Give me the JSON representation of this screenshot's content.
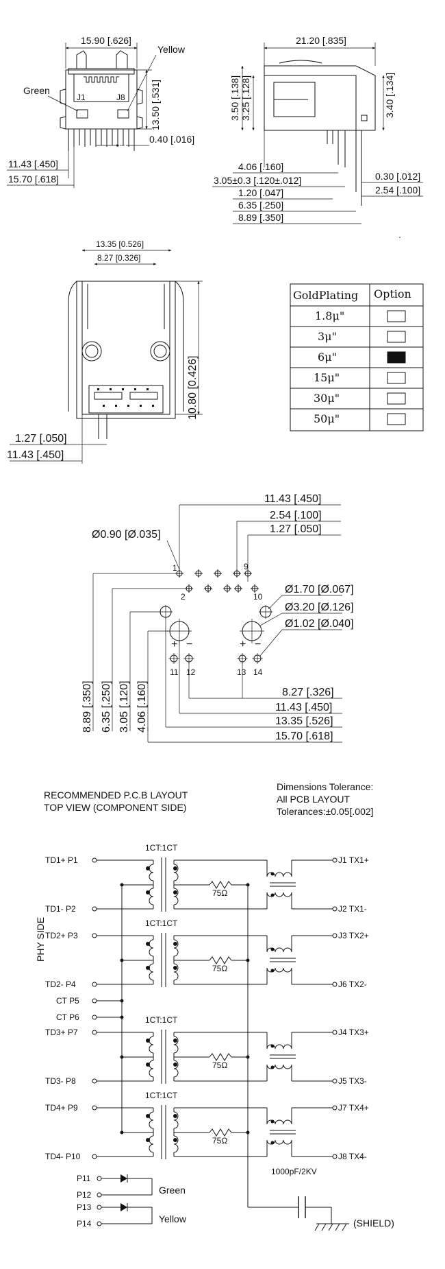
{
  "front_view": {
    "width_dim": "15.90 [.626]",
    "height_dim": "13.50 [.531]",
    "yellow_label": "Yellow",
    "green_label": "Green",
    "j1_label": "J1",
    "j8_label": "J8",
    "pin_dim": "0.40 [.016]",
    "dim_a": "11.43 [.450]",
    "dim_b": "15.70 [.618]"
  },
  "side_view": {
    "length_dim": "21.20 [.835]",
    "dim_350": "3.50 [.138]",
    "dim_325": "3.25 [.128]",
    "dim_340": "3.40 [.134]",
    "dim_406": "4.06 [.160]",
    "dim_305": "3.05±0.3 [.120±.012]",
    "dim_120": "1.20 [.047]",
    "dim_635": "6.35 [.250]",
    "dim_889": "8.89 [.350]",
    "dim_030": "0.30 [.012]",
    "dim_254": "2.54 [.100]"
  },
  "bottom_view": {
    "dim_1335": "13.35 [0.526]",
    "dim_827": "8.27 [0.326]",
    "dim_1080": "10.80 [0.426]",
    "dim_127": "1.27 [.050]",
    "dim_1143": "11.43 [.450]"
  },
  "plating_table": {
    "header_left": "GoldPlating",
    "header_right": "Option",
    "rows": [
      {
        "value": "1.8μ\"",
        "selected": false
      },
      {
        "value": "3μ\"",
        "selected": false
      },
      {
        "value": "6μ\"",
        "selected": true
      },
      {
        "value": "15μ\"",
        "selected": false
      },
      {
        "value": "30μ\"",
        "selected": false
      },
      {
        "value": "50μ\"",
        "selected": false
      }
    ]
  },
  "pcb_layout": {
    "dim_1143": "11.43 [.450]",
    "dim_254": "2.54 [.100]",
    "dim_127": "1.27 [.050]",
    "hole_090": "Ø0.90 [Ø.035]",
    "hole_170": "Ø1.70 [Ø.067]",
    "hole_320": "Ø3.20 [Ø.126]",
    "hole_102": "Ø1.02 [Ø.040]",
    "pin_labels": [
      "1",
      "2",
      "9",
      "10",
      "11",
      "12",
      "13",
      "14"
    ],
    "bottom_dims": [
      "8.27 [.326]",
      "11.43 [.450]",
      "13.35 [.526]",
      "15.70 [.618]"
    ],
    "vertical_dims": [
      "8.89 [.350]",
      "6.35 [.250]",
      "3.05 [.120]",
      "4.06 [.160]"
    ],
    "title_line1": "RECOMMENDED P.C.B LAYOUT",
    "title_line2": "TOP VIEW (COMPONENT SIDE)",
    "tol_line1": "Dimensions Tolerance:",
    "tol_line2": "All PCB LAYOUT",
    "tol_line3": "Tolerances:±0.05[.002]"
  },
  "schematic": {
    "phy_side": "PHY SIDE",
    "ratio": "1CT:1CT",
    "resistor": "75Ω",
    "left_pins": [
      "TD1+ P1",
      "TD1- P2",
      "TD2+ P3",
      "TD2- P4",
      "CT P5",
      "CT P6",
      "TD3+ P7",
      "TD3- P8",
      "TD4+ P9",
      "TD4- P10"
    ],
    "right_pins": [
      "J1 TX1+",
      "J2 TX1-",
      "J3 TX2+",
      "J6 TX2-",
      "J4 TX3+",
      "J5 TX3-",
      "J7 TX4+",
      "J8 TX4-"
    ],
    "capacitor": "1000pF/2KV",
    "shield": "(SHIELD)",
    "led_pins": [
      "P11",
      "P12",
      "P13",
      "P14"
    ],
    "led_green": "Green",
    "led_yellow": "Yellow"
  }
}
